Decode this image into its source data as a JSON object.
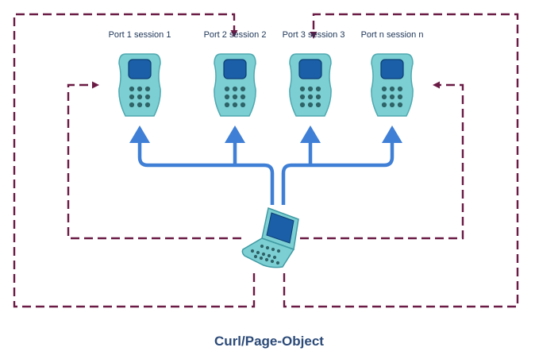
{
  "ports": [
    {
      "label": "Port 1 session 1"
    },
    {
      "label": "Port 2 session 2"
    },
    {
      "label": "Port 3 session 3"
    },
    {
      "label": "Port n session n"
    }
  ],
  "caption": "Curl/Page-Object",
  "colors": {
    "dashed_arrow": "#6a1a44",
    "connector": "#3f7fd6",
    "device_body": "#7ccfd2",
    "device_screen": "#1a5fa8",
    "caption": "#2b4a78"
  },
  "icons": {
    "device": "handheld-device-icon",
    "client": "laptop-icon"
  }
}
